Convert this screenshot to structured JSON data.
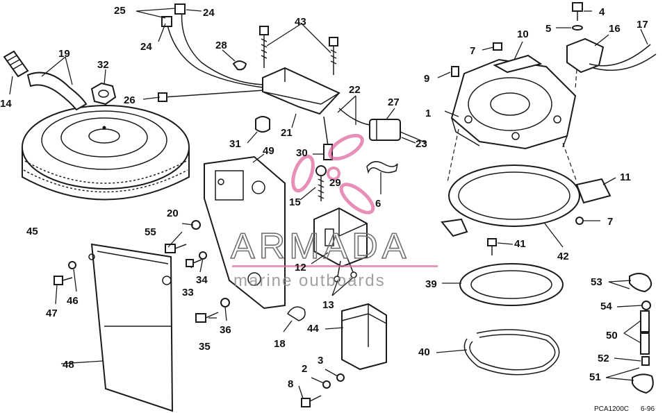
{
  "callouts": [
    "1",
    "2",
    "3",
    "4",
    "5",
    "6",
    "7",
    "7",
    "8",
    "9",
    "10",
    "11",
    "12",
    "13",
    "14",
    "15",
    "16",
    "17",
    "18",
    "19",
    "20",
    "21",
    "22",
    "23",
    "24",
    "24",
    "25",
    "26",
    "27",
    "28",
    "29",
    "30",
    "31",
    "32",
    "33",
    "34",
    "35",
    "36",
    "39",
    "40",
    "41",
    "42",
    "43",
    "44",
    "45",
    "46",
    "47",
    "48",
    "49",
    "50",
    "51",
    "52",
    "53",
    "54",
    "55"
  ],
  "figure_code": "PCA1200C",
  "figure_date": "6-96",
  "watermark": {
    "brand": "ARMADA",
    "tagline": "marine outboards",
    "accent_color": "#e06aa0"
  }
}
